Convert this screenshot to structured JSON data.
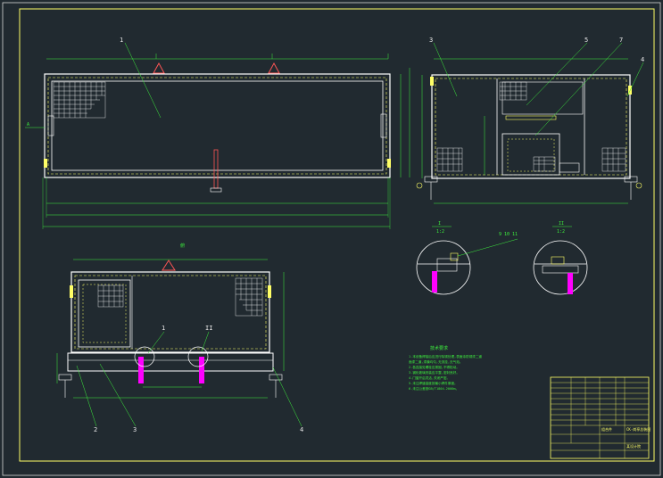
{
  "colors": {
    "background": "#212a30",
    "frame": "#ffff66",
    "outline": "#ffffff",
    "dimension": "#3df03d",
    "hatch": "#ffffff",
    "accent": "#ff00ff",
    "leader": "#3df03d"
  },
  "views": {
    "front_view": {
      "label": "1"
    },
    "side_view": {
      "labels": [
        "3",
        "5",
        "7",
        "4"
      ]
    },
    "plan_view": {
      "title": "俯",
      "callouts": [
        "1",
        "II",
        "2",
        "3",
        "4"
      ]
    },
    "detail_I": {
      "label": "I",
      "scale": "1:2"
    },
    "detail_II": {
      "label": "II",
      "scale": "1:2",
      "callout": "9 10 11"
    }
  },
  "notes": {
    "heading": "技术要求",
    "lines": [
      "1.本设备焊接后应进行除锈处理,表面涂防锈漆二道",
      "面漆二道,漆膜均匀,无流挂,无气泡。",
      "2.各连接处螺栓应紧固,不得松动。",
      "3.钢化玻璃安装应平整,密封良好。",
      "4.门窗开启灵活,关闭严密。",
      "5.未注焊缝高度按最小焊件厚度。",
      "6.未注公差按GB/T1804-2000m。"
    ]
  },
  "title_block": {
    "drawing_title": "CK-岗亭总装图",
    "material": "组合件",
    "company": "某设计院"
  }
}
